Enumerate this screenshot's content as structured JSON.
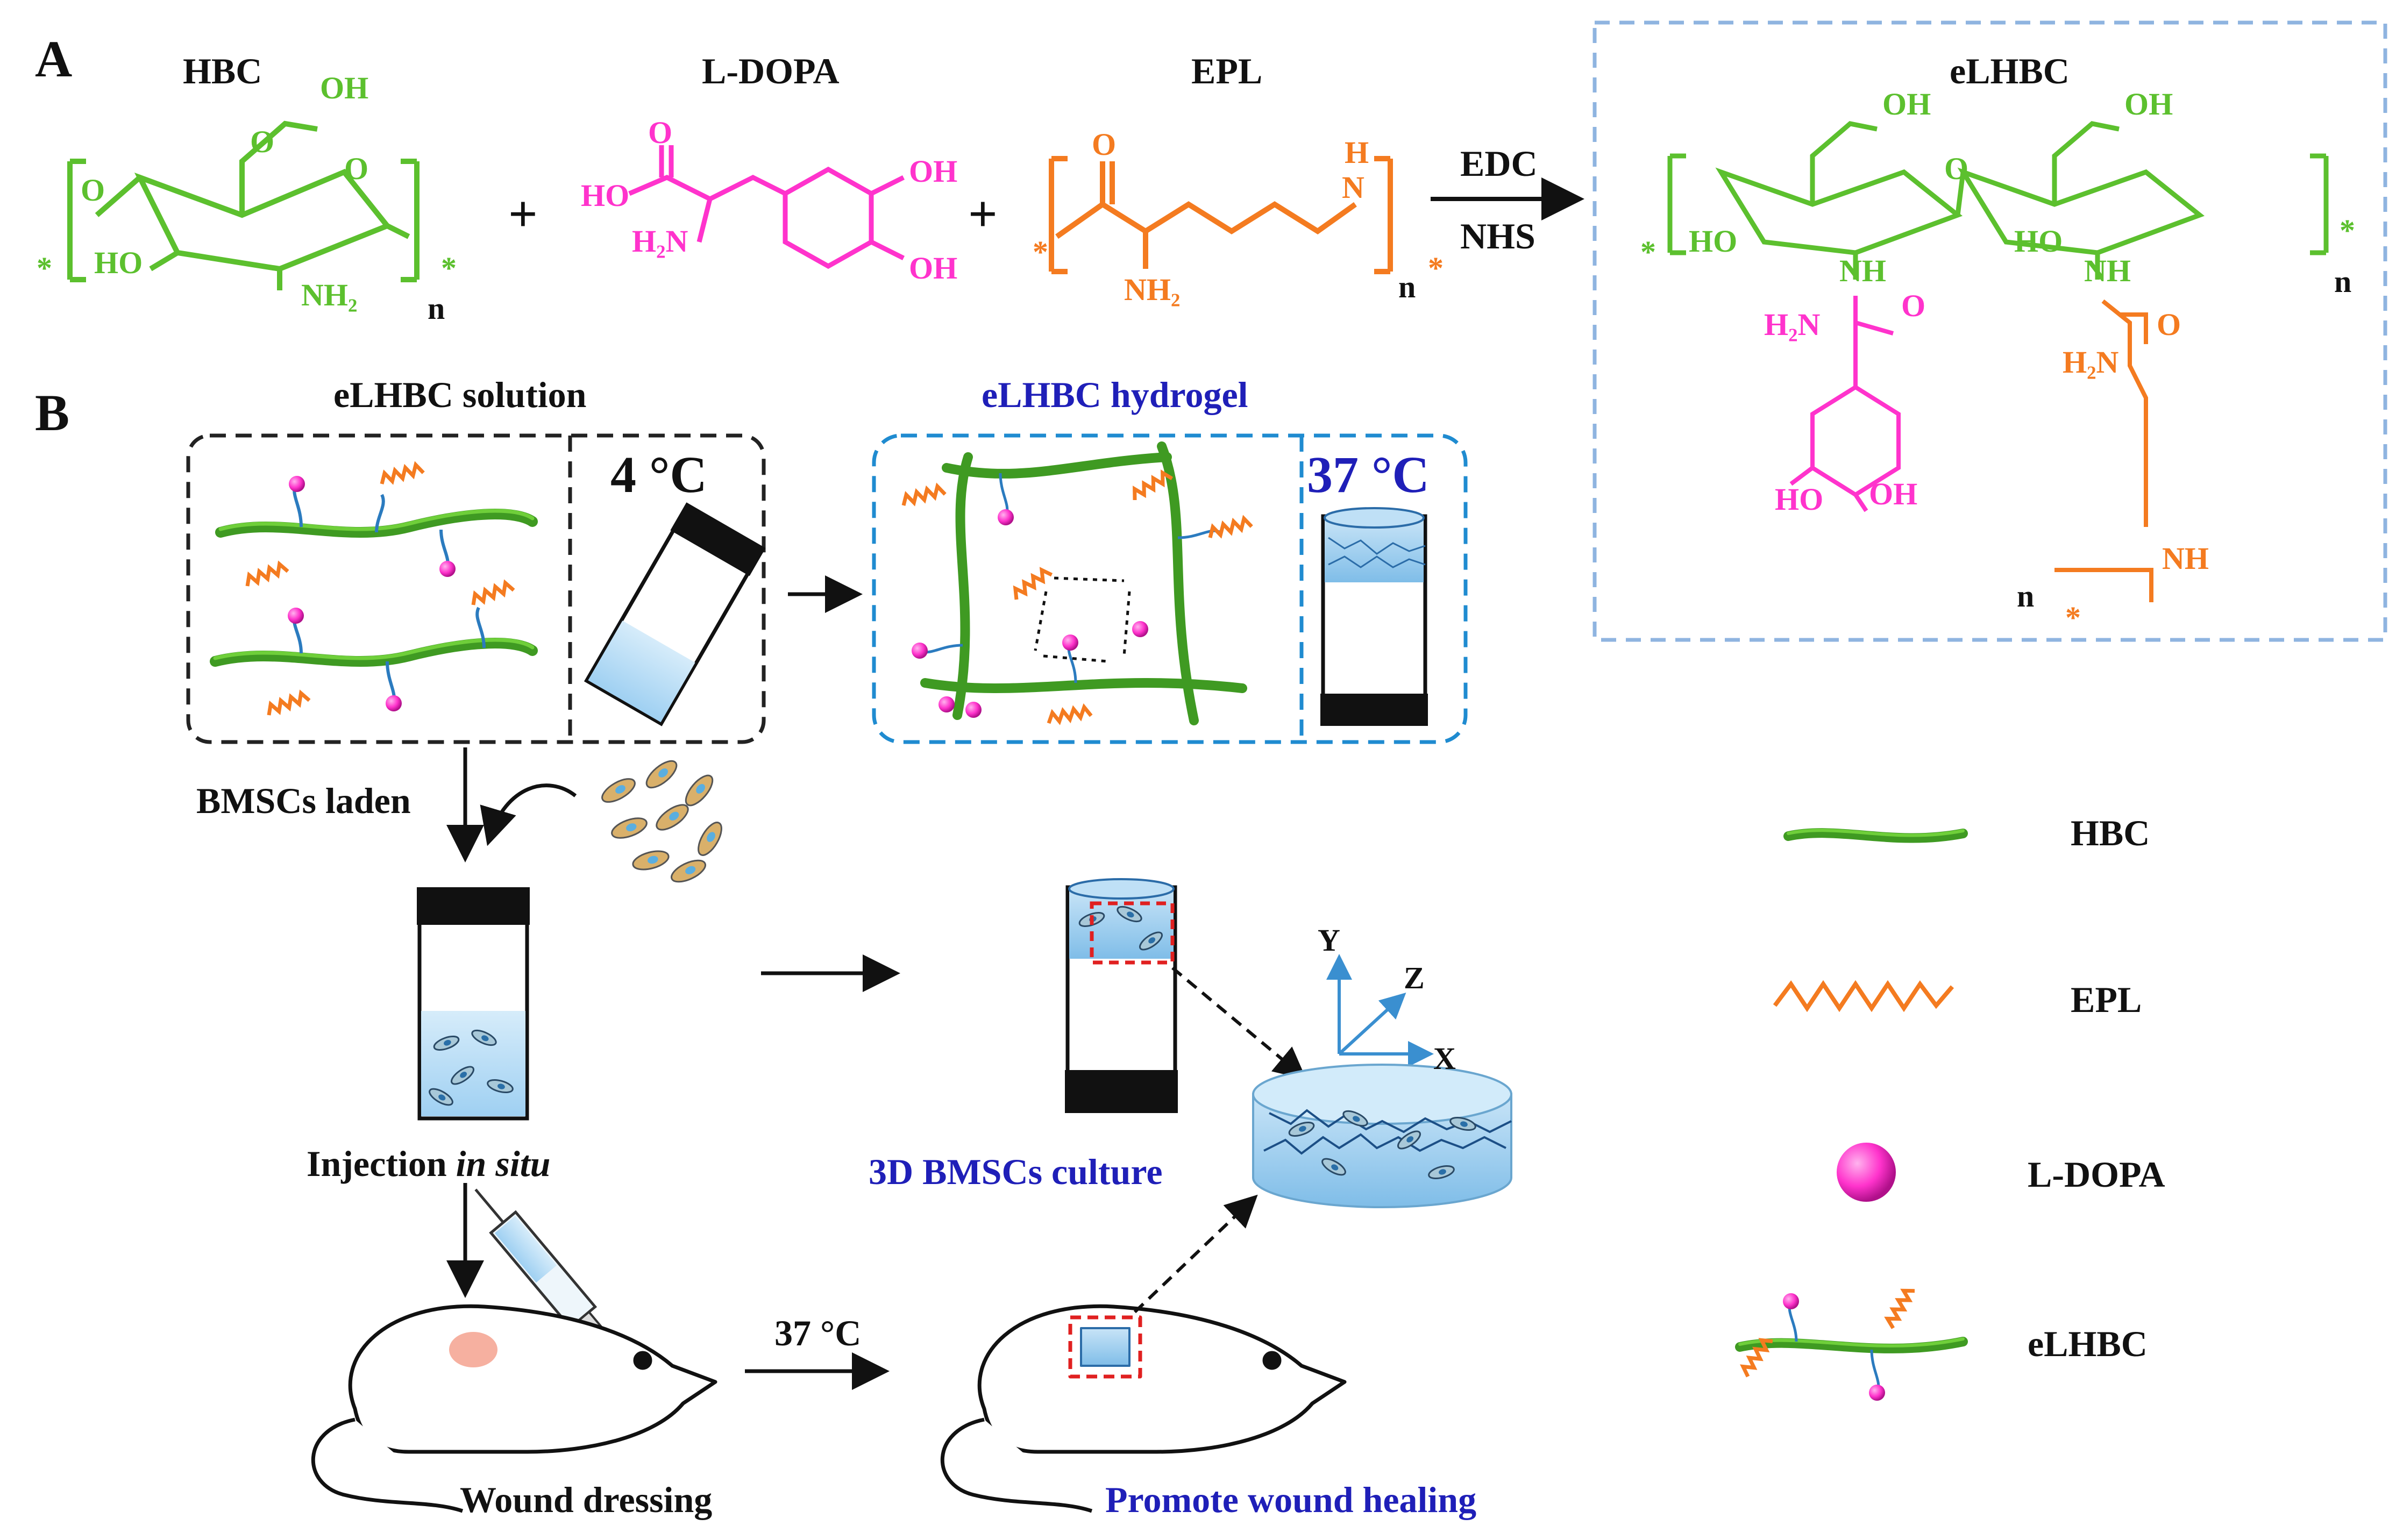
{
  "panels": {
    "a": "A",
    "b": "B"
  },
  "reaction": {
    "hbc": "HBC",
    "ldopa": "L-DOPA",
    "epl": "EPL",
    "plus": "+",
    "edc": "EDC",
    "nhs": "NHS",
    "product": "eLHBC"
  },
  "chem_groups": {
    "oh": "OH",
    "ho": "HO",
    "nh2": "NH₂",
    "h2n": "H₂N",
    "nh": "NH",
    "h": "H",
    "o": "O",
    "n": "n",
    "n_letter": "N",
    "star": "*"
  },
  "process": {
    "solution_title": "eLHBC solution",
    "temp_cold": "4 °C",
    "hydrogel_title": "eLHBC hydrogel",
    "temp_warm": "37 °C",
    "bmscs_laden": "BMSCs laden",
    "injection_prefix": "Injection ",
    "injection_italic": "in situ",
    "culture_3d": "3D BMSCs culture",
    "wound_dressing": "Wound dressing",
    "transfer_temp": "37 °C",
    "promote_healing": "Promote wound healing",
    "axis_x": "X",
    "axis_y": "Y",
    "axis_z": "Z"
  },
  "legend": [
    {
      "label": "HBC",
      "symbol": "green-chain-icon"
    },
    {
      "label": "EPL",
      "symbol": "orange-coil-icon"
    },
    {
      "label": "L-DOPA",
      "symbol": "pink-sphere-icon"
    },
    {
      "label": "eLHBC",
      "symbol": "modified-chain-icon"
    }
  ],
  "colors": {
    "hbc_green": "#5cc02e",
    "ldopa_pink": "#ff33cc",
    "epl_orange": "#f47b20",
    "box_blue": "#3a8fd0",
    "text_blue": "#1f1fb8",
    "gel_blue": "#8cc4ea",
    "dash_red": "#e02020"
  }
}
